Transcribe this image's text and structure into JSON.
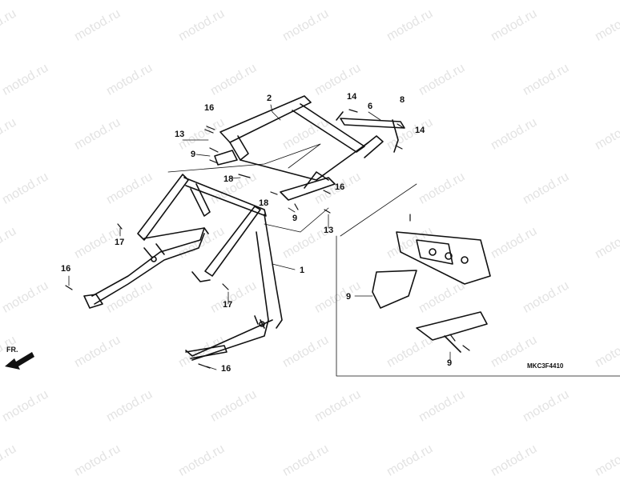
{
  "watermark": "motod.ru",
  "drawing_code": "MKC3F4410",
  "direction_label": "FR.",
  "callouts": {
    "c1": "1",
    "c2": "2",
    "c6": "6",
    "c8": "8",
    "c14a": "14",
    "c14b": "14",
    "c16a": "16",
    "c16b": "16",
    "c16c": "16",
    "c16d": "16",
    "c13a": "13",
    "c13b": "13",
    "c9a": "9",
    "c9b": "9",
    "c9c": "9",
    "c9d": "9",
    "c18a": "18",
    "c18b": "18",
    "c17a": "17",
    "c17b": "17"
  }
}
